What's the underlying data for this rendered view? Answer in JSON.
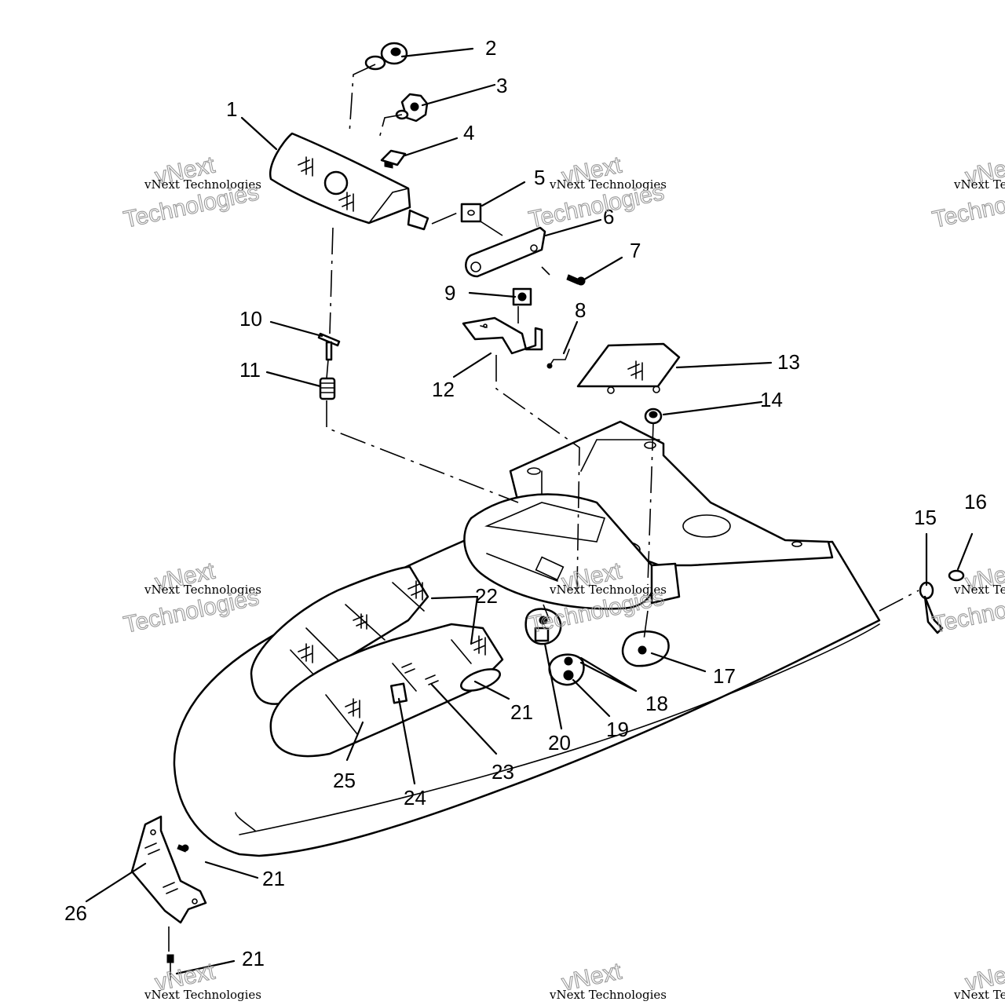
{
  "watermark": {
    "company_line": "vNext Technologies",
    "word1": "vNext",
    "word2": "Technologies"
  },
  "callouts": {
    "c1": "1",
    "c2": "2",
    "c3": "3",
    "c4": "4",
    "c5": "5",
    "c6": "6",
    "c7": "7",
    "c8": "8",
    "c9": "9",
    "c10": "10",
    "c11": "11",
    "c12": "12",
    "c13": "13",
    "c14": "14",
    "c15": "15",
    "c16": "16",
    "c17": "17",
    "c18": "18",
    "c19": "19",
    "c20": "20",
    "c21a": "21",
    "c21b": "21",
    "c21c": "21",
    "c22": "22",
    "c23": "23",
    "c24": "24",
    "c25": "25",
    "c26": "26"
  }
}
